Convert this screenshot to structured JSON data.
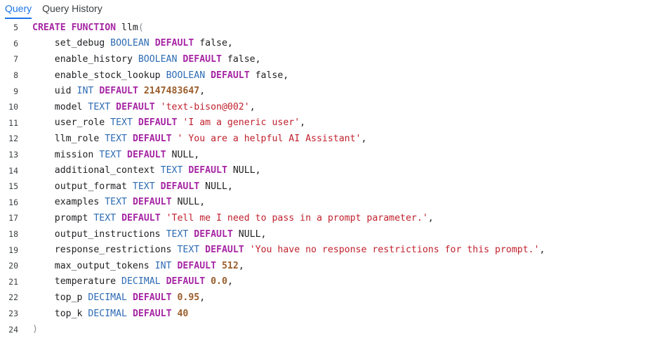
{
  "tabs": [
    {
      "label": "Query",
      "active": true
    },
    {
      "label": "Query History",
      "active": false
    }
  ],
  "colors": {
    "accent": "#1a73e8",
    "keyword": "#a626a4",
    "type": "#2d6bb3",
    "number": "#9a5d2b",
    "string": "#c0212d"
  },
  "editor": {
    "lines": [
      {
        "num": "5",
        "tokens": [
          {
            "t": "kw",
            "v": "CREATE FUNCTION"
          },
          {
            "t": "id",
            "v": " llm"
          },
          {
            "t": "paren",
            "v": "("
          }
        ]
      },
      {
        "num": "6",
        "tokens": [
          {
            "t": "id",
            "v": "    set_debug "
          },
          {
            "t": "ty",
            "v": "BOOLEAN"
          },
          {
            "t": "id",
            "v": " "
          },
          {
            "t": "kw",
            "v": "DEFAULT"
          },
          {
            "t": "id",
            "v": " false,"
          }
        ]
      },
      {
        "num": "7",
        "tokens": [
          {
            "t": "id",
            "v": "    enable_history "
          },
          {
            "t": "ty",
            "v": "BOOLEAN"
          },
          {
            "t": "id",
            "v": " "
          },
          {
            "t": "kw",
            "v": "DEFAULT"
          },
          {
            "t": "id",
            "v": " false,"
          }
        ]
      },
      {
        "num": "8",
        "tokens": [
          {
            "t": "id",
            "v": "    enable_stock_lookup "
          },
          {
            "t": "ty",
            "v": "BOOLEAN"
          },
          {
            "t": "id",
            "v": " "
          },
          {
            "t": "kw",
            "v": "DEFAULT"
          },
          {
            "t": "id",
            "v": " false,"
          }
        ]
      },
      {
        "num": "9",
        "tokens": [
          {
            "t": "id",
            "v": "    uid "
          },
          {
            "t": "ty",
            "v": "INT"
          },
          {
            "t": "id",
            "v": " "
          },
          {
            "t": "kw",
            "v": "DEFAULT"
          },
          {
            "t": "id",
            "v": " "
          },
          {
            "t": "num",
            "v": "2147483647"
          },
          {
            "t": "id",
            "v": ","
          }
        ]
      },
      {
        "num": "10",
        "tokens": [
          {
            "t": "id",
            "v": "    model "
          },
          {
            "t": "ty",
            "v": "TEXT"
          },
          {
            "t": "id",
            "v": " "
          },
          {
            "t": "kw",
            "v": "DEFAULT"
          },
          {
            "t": "id",
            "v": " "
          },
          {
            "t": "str",
            "v": "'text-bison@002'"
          },
          {
            "t": "id",
            "v": ","
          }
        ]
      },
      {
        "num": "11",
        "tokens": [
          {
            "t": "id",
            "v": "    user_role "
          },
          {
            "t": "ty",
            "v": "TEXT"
          },
          {
            "t": "id",
            "v": " "
          },
          {
            "t": "kw",
            "v": "DEFAULT"
          },
          {
            "t": "id",
            "v": " "
          },
          {
            "t": "str",
            "v": "'I am a generic user'"
          },
          {
            "t": "id",
            "v": ","
          }
        ]
      },
      {
        "num": "12",
        "tokens": [
          {
            "t": "id",
            "v": "    llm_role "
          },
          {
            "t": "ty",
            "v": "TEXT"
          },
          {
            "t": "id",
            "v": " "
          },
          {
            "t": "kw",
            "v": "DEFAULT"
          },
          {
            "t": "id",
            "v": " "
          },
          {
            "t": "str",
            "v": "' You are a helpful AI Assistant'"
          },
          {
            "t": "id",
            "v": ","
          }
        ]
      },
      {
        "num": "13",
        "tokens": [
          {
            "t": "id",
            "v": "    mission "
          },
          {
            "t": "ty",
            "v": "TEXT"
          },
          {
            "t": "id",
            "v": " "
          },
          {
            "t": "kw",
            "v": "DEFAULT"
          },
          {
            "t": "id",
            "v": " NULL,"
          }
        ]
      },
      {
        "num": "14",
        "tokens": [
          {
            "t": "id",
            "v": "    additional_context "
          },
          {
            "t": "ty",
            "v": "TEXT"
          },
          {
            "t": "id",
            "v": " "
          },
          {
            "t": "kw",
            "v": "DEFAULT"
          },
          {
            "t": "id",
            "v": " NULL,"
          }
        ]
      },
      {
        "num": "15",
        "tokens": [
          {
            "t": "id",
            "v": "    output_format "
          },
          {
            "t": "ty",
            "v": "TEXT"
          },
          {
            "t": "id",
            "v": " "
          },
          {
            "t": "kw",
            "v": "DEFAULT"
          },
          {
            "t": "id",
            "v": " NULL,"
          }
        ]
      },
      {
        "num": "16",
        "tokens": [
          {
            "t": "id",
            "v": "    examples "
          },
          {
            "t": "ty",
            "v": "TEXT"
          },
          {
            "t": "id",
            "v": " "
          },
          {
            "t": "kw",
            "v": "DEFAULT"
          },
          {
            "t": "id",
            "v": " NULL,"
          }
        ]
      },
      {
        "num": "17",
        "tokens": [
          {
            "t": "id",
            "v": "    prompt "
          },
          {
            "t": "ty",
            "v": "TEXT"
          },
          {
            "t": "id",
            "v": " "
          },
          {
            "t": "kw",
            "v": "DEFAULT"
          },
          {
            "t": "id",
            "v": " "
          },
          {
            "t": "str",
            "v": "'Tell me I need to pass in a prompt parameter.'"
          },
          {
            "t": "id",
            "v": ","
          }
        ]
      },
      {
        "num": "18",
        "tokens": [
          {
            "t": "id",
            "v": "    output_instructions "
          },
          {
            "t": "ty",
            "v": "TEXT"
          },
          {
            "t": "id",
            "v": " "
          },
          {
            "t": "kw",
            "v": "DEFAULT"
          },
          {
            "t": "id",
            "v": " NULL,"
          }
        ]
      },
      {
        "num": "19",
        "tokens": [
          {
            "t": "id",
            "v": "    response_restrictions "
          },
          {
            "t": "ty",
            "v": "TEXT"
          },
          {
            "t": "id",
            "v": " "
          },
          {
            "t": "kw",
            "v": "DEFAULT"
          },
          {
            "t": "id",
            "v": " "
          },
          {
            "t": "str",
            "v": "'You have no response restrictions for this prompt.'"
          },
          {
            "t": "id",
            "v": ","
          }
        ]
      },
      {
        "num": "20",
        "tokens": [
          {
            "t": "id",
            "v": "    max_output_tokens "
          },
          {
            "t": "ty",
            "v": "INT"
          },
          {
            "t": "id",
            "v": " "
          },
          {
            "t": "kw",
            "v": "DEFAULT"
          },
          {
            "t": "id",
            "v": " "
          },
          {
            "t": "num",
            "v": "512"
          },
          {
            "t": "id",
            "v": ","
          }
        ]
      },
      {
        "num": "21",
        "tokens": [
          {
            "t": "id",
            "v": "    temperature "
          },
          {
            "t": "ty",
            "v": "DECIMAL"
          },
          {
            "t": "id",
            "v": " "
          },
          {
            "t": "kw",
            "v": "DEFAULT"
          },
          {
            "t": "id",
            "v": " "
          },
          {
            "t": "num",
            "v": "0.0"
          },
          {
            "t": "id",
            "v": ","
          }
        ]
      },
      {
        "num": "22",
        "tokens": [
          {
            "t": "id",
            "v": "    top_p "
          },
          {
            "t": "ty",
            "v": "DECIMAL"
          },
          {
            "t": "id",
            "v": " "
          },
          {
            "t": "kw",
            "v": "DEFAULT"
          },
          {
            "t": "id",
            "v": " "
          },
          {
            "t": "num",
            "v": "0.95"
          },
          {
            "t": "id",
            "v": ","
          }
        ]
      },
      {
        "num": "23",
        "tokens": [
          {
            "t": "id",
            "v": "    top_k "
          },
          {
            "t": "ty",
            "v": "DECIMAL"
          },
          {
            "t": "id",
            "v": " "
          },
          {
            "t": "kw",
            "v": "DEFAULT"
          },
          {
            "t": "id",
            "v": " "
          },
          {
            "t": "num",
            "v": "40"
          }
        ]
      },
      {
        "num": "24",
        "tokens": [
          {
            "t": "paren",
            "v": ")"
          }
        ]
      }
    ]
  }
}
